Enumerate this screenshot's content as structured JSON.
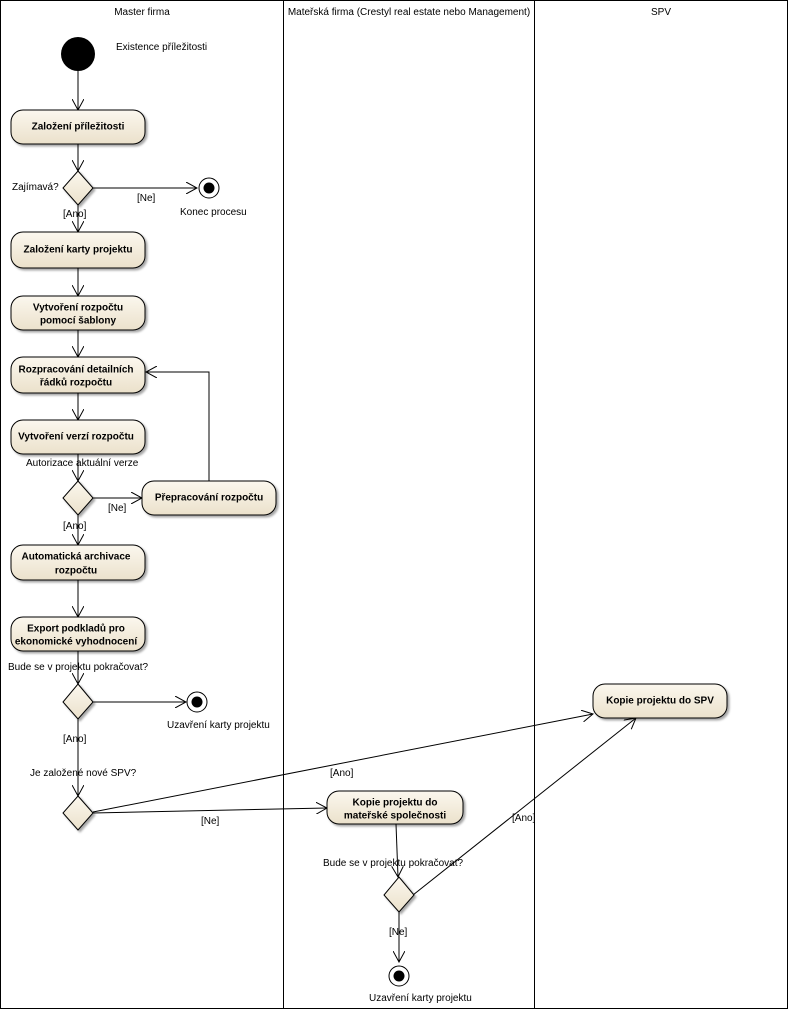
{
  "lanes": [
    {
      "title": "Master firma"
    },
    {
      "title": "Mateřská firma (Crestyl real estate nebo Management)"
    },
    {
      "title": "SPV"
    }
  ],
  "start_label": "Existence příležitosti",
  "activities": [
    {
      "id": "a1",
      "lines": [
        "Založení příležitosti"
      ]
    },
    {
      "id": "a2",
      "lines": [
        "Založení karty projektu"
      ]
    },
    {
      "id": "a3",
      "lines": [
        "Vytvoření rozpočtu",
        "pomocí šablony"
      ]
    },
    {
      "id": "a4",
      "lines": [
        "Rozpracování detailních",
        "řádků rozpočtu"
      ]
    },
    {
      "id": "a5",
      "lines": [
        "Vytvoření verzí rozpočtu"
      ]
    },
    {
      "id": "a6",
      "lines": [
        "Přepracování rozpočtu"
      ]
    },
    {
      "id": "a7",
      "lines": [
        "Automatická archivace",
        "rozpočtu"
      ]
    },
    {
      "id": "a8",
      "lines": [
        "Export podkladů pro",
        "ekonomické vyhodnocení"
      ]
    },
    {
      "id": "a9",
      "lines": [
        "Kopie projektu do SPV"
      ]
    },
    {
      "id": "a10",
      "lines": [
        "Kopie projektu do",
        "mateřské společnosti"
      ]
    }
  ],
  "decisions": [
    {
      "id": "d1",
      "question": "Zajímavá?"
    },
    {
      "id": "d2",
      "question": "Autorizace aktuální verze"
    },
    {
      "id": "d3",
      "question": "Bude se v projektu pokračovat?"
    },
    {
      "id": "d4",
      "question": "Je založené nové SPV?"
    },
    {
      "id": "d5",
      "question": "Bude se v projektu pokračovat?"
    }
  ],
  "finals": [
    {
      "id": "f1",
      "label": "Konec procesu"
    },
    {
      "id": "f2",
      "label": "Uzavření karty projektu"
    },
    {
      "id": "f3",
      "label": "Uzavření karty projektu"
    }
  ],
  "guards": {
    "ne": "[Ne]",
    "ano": "[Ano]"
  }
}
